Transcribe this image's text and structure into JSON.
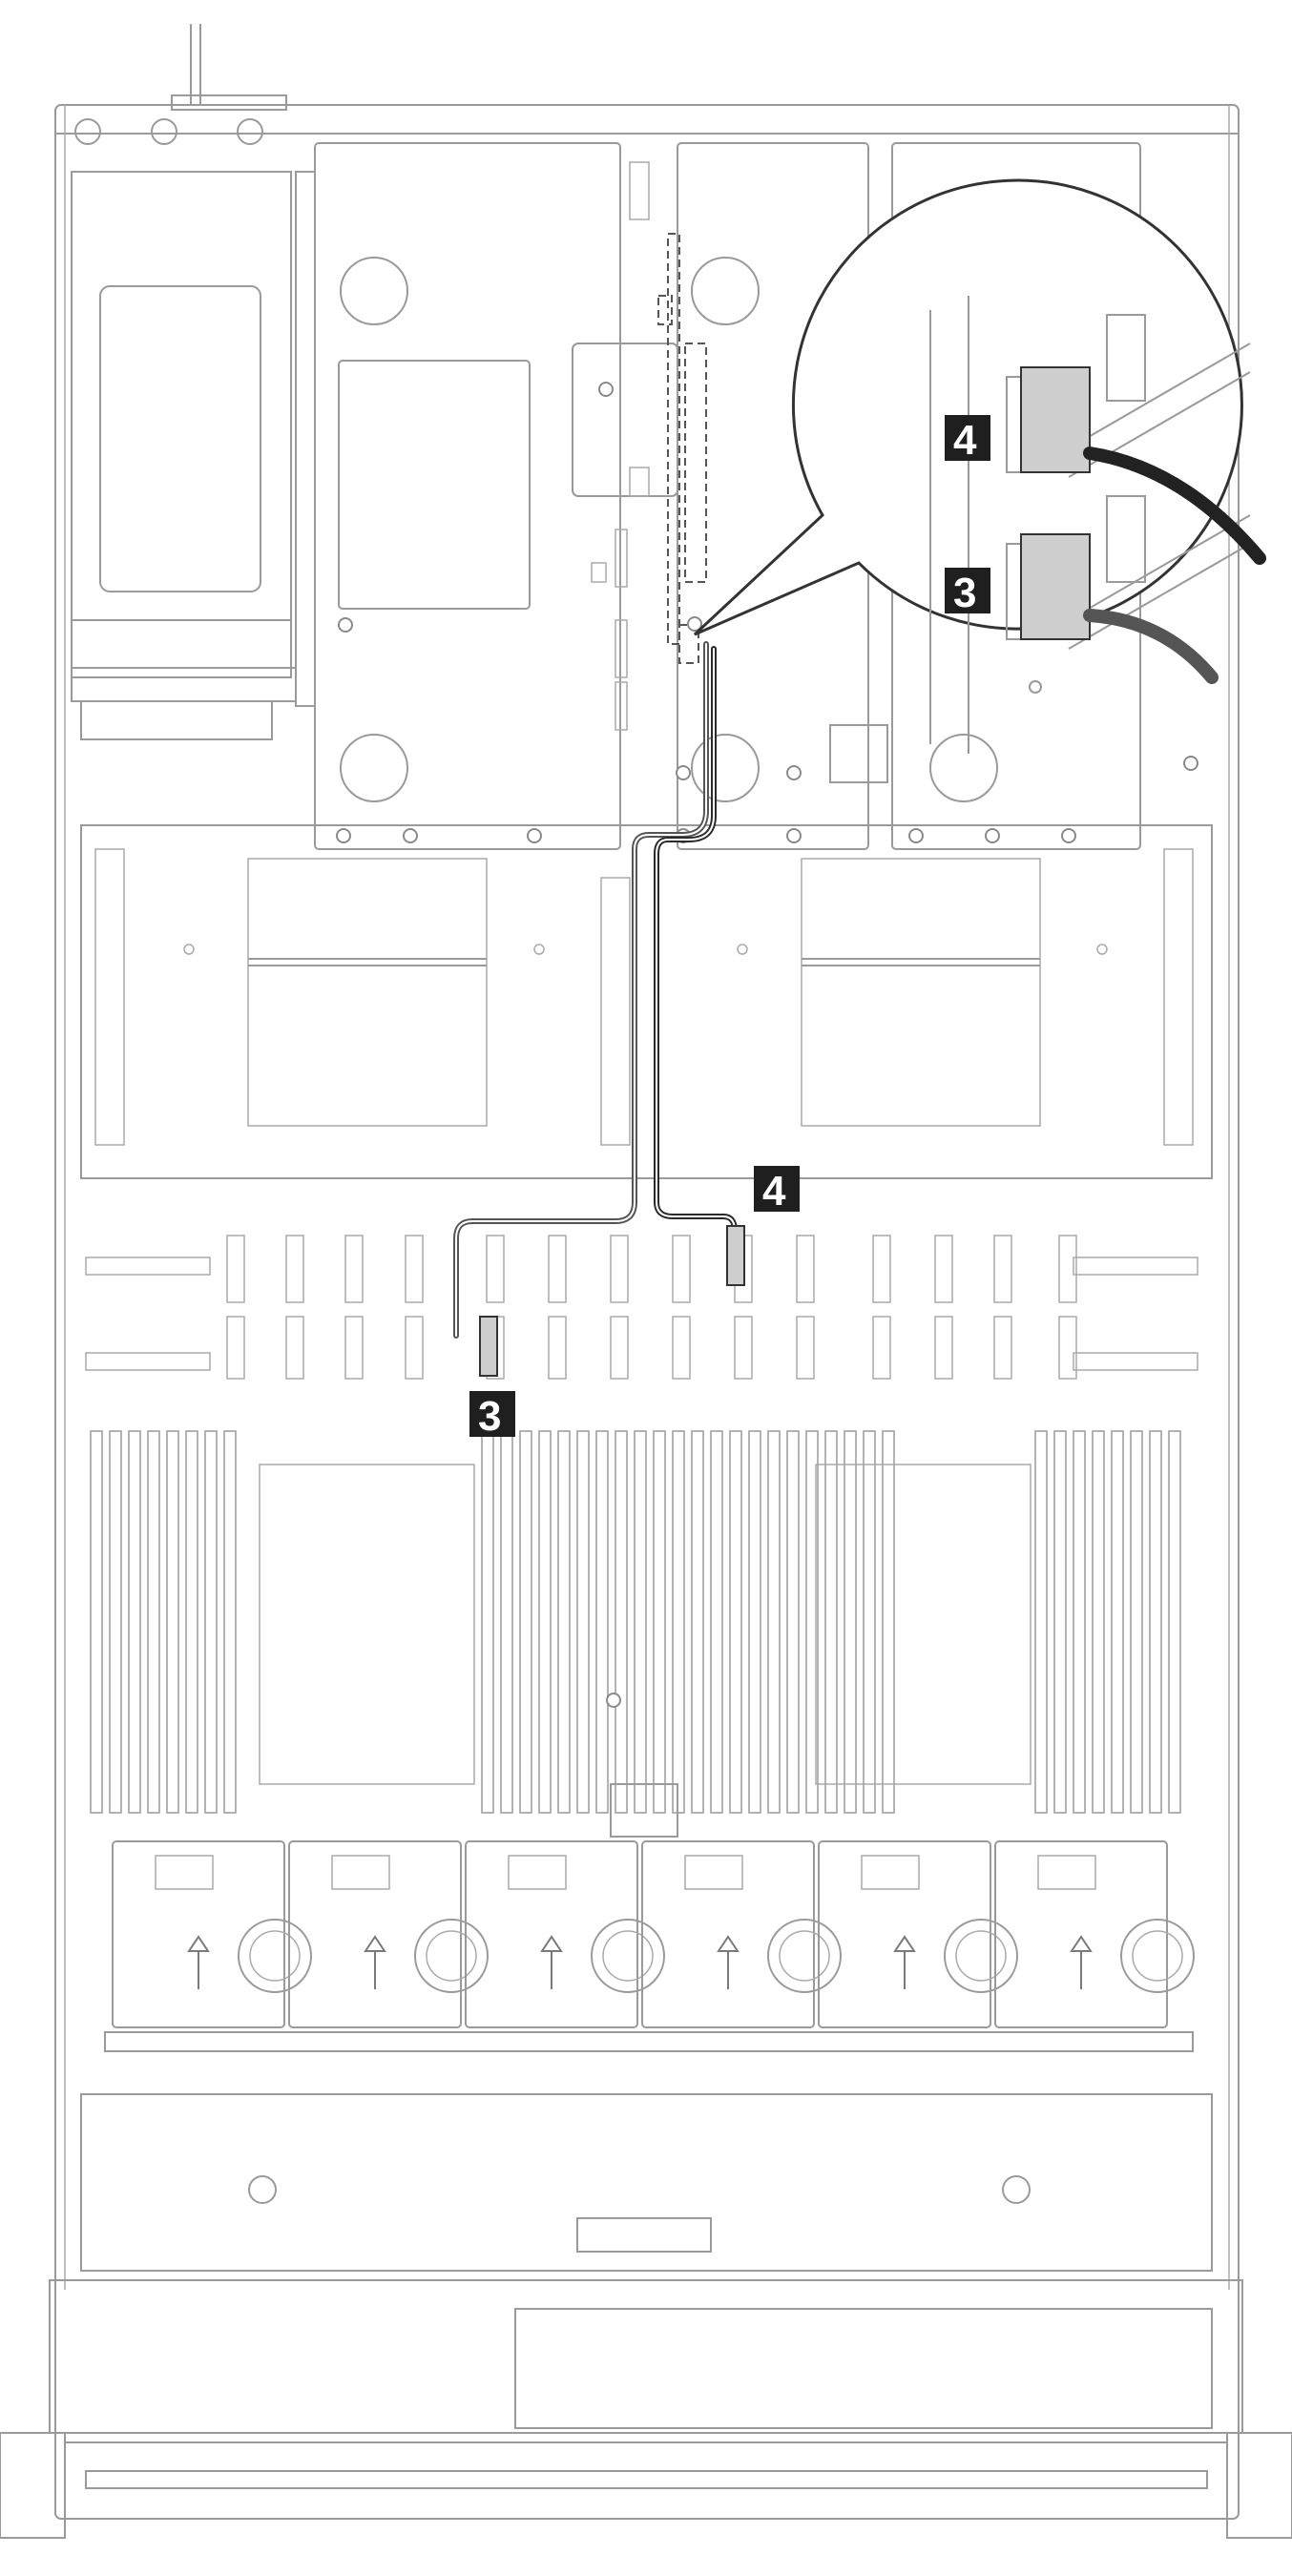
{
  "callouts": [
    {
      "id": "callout-3-board",
      "label": "3"
    },
    {
      "id": "callout-4-board",
      "label": "4"
    },
    {
      "id": "callout-3-zoom",
      "label": "3"
    },
    {
      "id": "callout-4-zoom",
      "label": "4"
    }
  ],
  "colors": {
    "outline": "#9a9a9a",
    "cable_dark": "#2a2a2a",
    "cable_mid": "#555555",
    "badge_bg": "#1f1f1f",
    "badge_text": "#ffffff",
    "connector_fill": "#cfcfcf"
  },
  "icons": [
    "airflow-arrow-icon",
    "screw-icon"
  ]
}
